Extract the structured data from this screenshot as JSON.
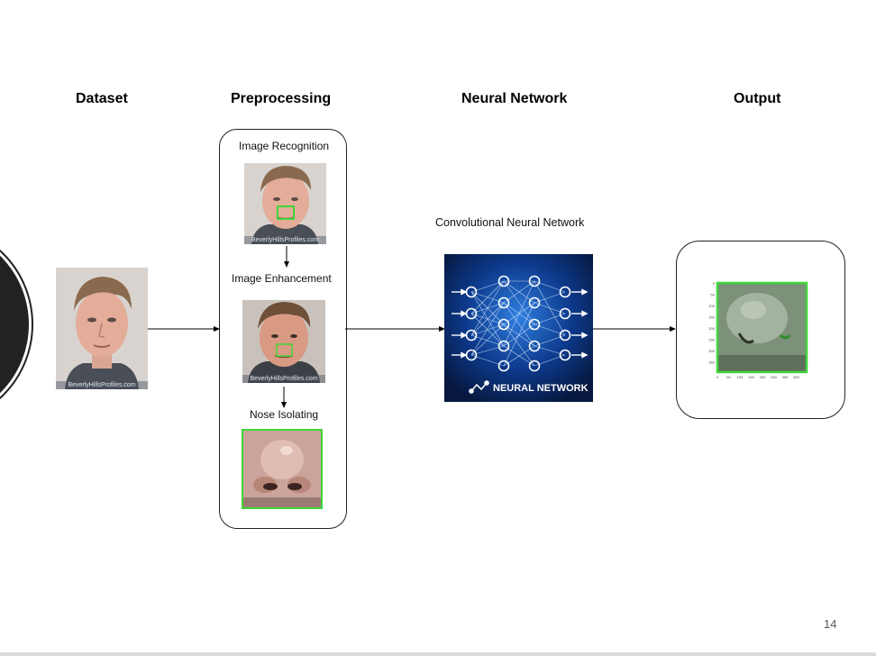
{
  "slide": {
    "page_number": "14"
  },
  "stages": {
    "dataset": "Dataset",
    "preprocessing": "Preprocessing",
    "neural_network": "Neural Network",
    "output": "Output"
  },
  "preprocessing_steps": {
    "recognition": "Image Recognition",
    "enhancement": "Image Enhancement",
    "isolation": "Nose Isolating"
  },
  "network": {
    "label": "Convolutional Neural Network",
    "image_caption": "NEURAL NETWORK"
  },
  "watermark": "BeverlyHillsProfiles.com",
  "output_plot": {
    "y_ticks": [
      "0",
      "50",
      "100",
      "150",
      "200",
      "250",
      "300",
      "350"
    ],
    "x_ticks": [
      "0",
      "50",
      "100",
      "150",
      "200",
      "250",
      "300",
      "350"
    ]
  },
  "colors": {
    "highlight_box": "#3fd63a",
    "nn_background": "#0b2a6e",
    "dark_circle": "#222222"
  }
}
